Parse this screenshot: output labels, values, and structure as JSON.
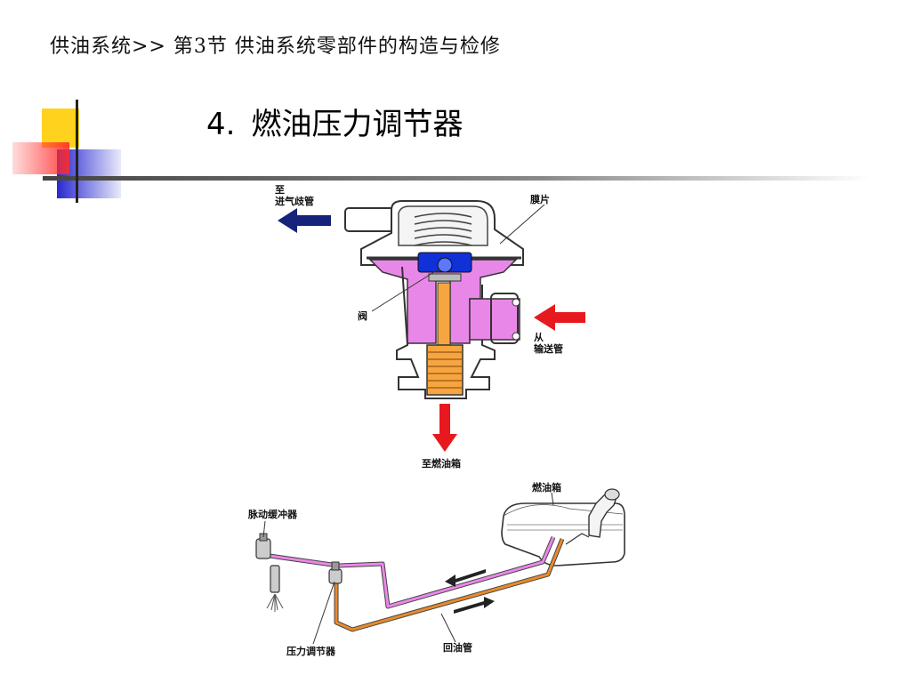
{
  "breadcrumb": "供油系统>> 第3节 供油系统零部件的构造与检修",
  "title": {
    "number": "4.",
    "text": "燃油压力调节器"
  },
  "regulator_labels": {
    "to_intake_line1": "至",
    "to_intake_line2": "进气歧管",
    "diaphragm": "膜片",
    "valve": "阀",
    "from_line1": "从",
    "from_line2": "输送管",
    "to_tank": "至燃油箱"
  },
  "system_labels": {
    "pulsation_damper": "脉动缓冲器",
    "fuel_tank": "燃油箱",
    "pressure_regulator": "压力调节器",
    "return_line": "回油管"
  },
  "colors": {
    "accent_yellow": "#ffd21e",
    "accent_red": "#ff4040",
    "accent_blue": "#2020c8",
    "arrow_blue": "#16237a",
    "arrow_red": "#e8191e",
    "fuel_pink": "#e987e8",
    "valve_blue": "#1030d8",
    "spring_orange": "#e88a2c",
    "return_orange": "#c96a1e"
  }
}
